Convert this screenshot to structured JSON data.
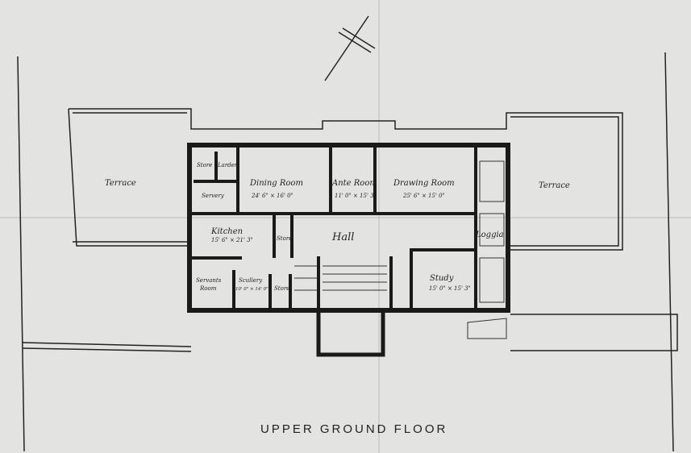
{
  "title": "UPPER GROUND FLOOR",
  "rooms": {
    "terrace_left": "Terrace",
    "terrace_right": "Terrace",
    "store1": "Store",
    "larder": "Larder",
    "servery": "Servery",
    "dining": "Dining Room",
    "dining_dim": "24' 6\" × 16' 0\"",
    "ante": "Ante Room",
    "ante_dim": "11' 0\" × 15' 3\"",
    "drawing": "Drawing Room",
    "drawing_dim": "25' 6\" × 15' 0\"",
    "kitchen": "Kitchen",
    "kitchen_dim": "15' 6\" × 21' 3\"",
    "store2": "Store",
    "hall": "Hall",
    "loggia": "Loggia",
    "servants": "Servants",
    "servants2": "Room",
    "scullery": "Scullery",
    "scullery_dim": "10' 0\" × 14' 0\"",
    "store3": "Store",
    "study": "Study",
    "study_dim": "15' 0\" × 15' 3\""
  }
}
